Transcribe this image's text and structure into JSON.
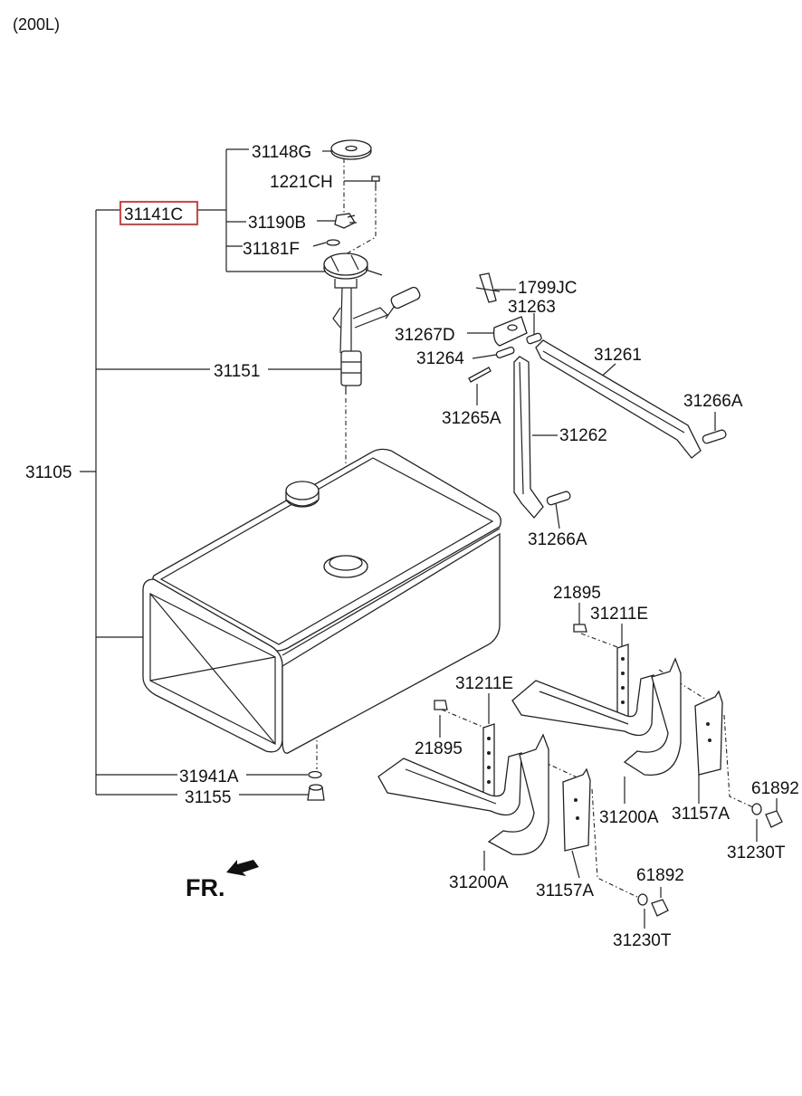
{
  "caption": "(200L)",
  "direction_label": "FR.",
  "highlight_color": "#e8282a",
  "labels": {
    "p31148G": "31148G",
    "p1221CH": "1221CH",
    "p31141C": "31141C",
    "p31190B": "31190B",
    "p31181F": "31181F",
    "p1799JC": "1799JC",
    "p31263": "31263",
    "p31267D": "31267D",
    "p31264": "31264",
    "p31261": "31261",
    "p31151": "31151",
    "p31266A_upper": "31266A",
    "p31265A": "31265A",
    "p31262": "31262",
    "p31105": "31105",
    "p31266A_lower": "31266A",
    "p21895_right": "21895",
    "p31211E_right": "31211E",
    "p31211E_left": "31211E",
    "p21895_left": "21895",
    "p31941A": "31941A",
    "p31155": "31155",
    "p61892_right": "61892",
    "p31200A_right": "31200A",
    "p31157A_right": "31157A",
    "p31230T_right": "31230T",
    "p31200A_left": "31200A",
    "p31157A_left": "31157A",
    "p61892_left": "61892",
    "p31230T_left": "31230T"
  }
}
